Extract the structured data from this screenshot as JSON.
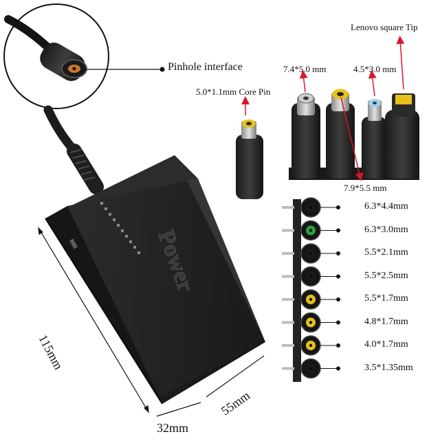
{
  "callouts": {
    "pinhole": "Pinhole interface",
    "lenovo": "Lenovo square Tip",
    "tip_74": "7.4*5.0 mm",
    "tip_45": "4.5*3.0 mm",
    "tip_50": "5.0*1.1mm Core Pin",
    "tip_79": "7.9*5.5 mm"
  },
  "adapter": {
    "brand": "Power",
    "length": "115mm",
    "width": "55mm",
    "height": "32mm"
  },
  "small_tips": [
    {
      "label": "6.3*4.4mm",
      "core_color": "#1a1a1a"
    },
    {
      "label": "6.3*3.0mm",
      "core_color": "#2f9e3a"
    },
    {
      "label": "5.5*2.1mm",
      "core_color": "#1a1a1a"
    },
    {
      "label": "5.5*2.5mm",
      "core_color": "#1a1a1a"
    },
    {
      "label": "5.5*1.7mm",
      "core_color": "#e2c21a"
    },
    {
      "label": "4.8*1.7mm",
      "core_color": "#e2c21a"
    },
    {
      "label": "4.0*1.7mm",
      "core_color": "#e2c21a"
    },
    {
      "label": "3.5*1.35mm",
      "core_color": "#1a1a1a"
    }
  ],
  "colors": {
    "accent_red": "#d8182a",
    "body_black": "#1c1c1c",
    "gold": "#e8c21c",
    "blue_tip": "#9fd2ee",
    "green_tip": "#2f9e3a"
  }
}
